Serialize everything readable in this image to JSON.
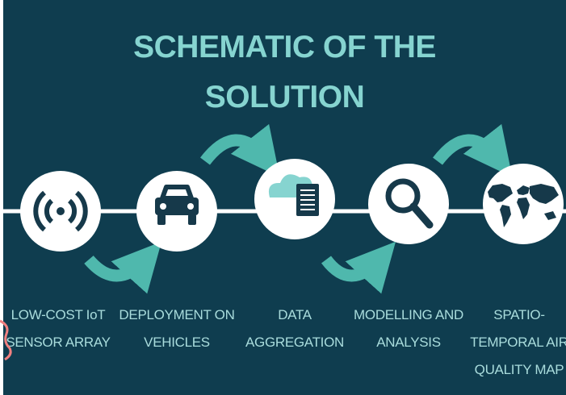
{
  "title": {
    "line1": "SCHEMATIC OF THE",
    "line2": "SOLUTION"
  },
  "colors": {
    "background": "#0f3d4f",
    "accent": "#86d4d0",
    "arrow": "#4fb8ad",
    "circle": "#ffffff",
    "icon": "#16394a",
    "label": "#a9dcdc"
  },
  "steps": [
    {
      "icon": "wireless-signal-icon",
      "label": "LOW-COST IoT\nSENSOR ARRAY"
    },
    {
      "icon": "car-icon",
      "label": "DEPLOYMENT ON\nVEHICLES"
    },
    {
      "icon": "cloud-document-icon",
      "label": "DATA\nAGGREGATION"
    },
    {
      "icon": "magnifier-icon",
      "label": "MODELLING AND\nANALYSIS"
    },
    {
      "icon": "world-map-icon",
      "label": "SPATIO-\nTEMPORAL AIR\nQUALITY MAP"
    }
  ]
}
